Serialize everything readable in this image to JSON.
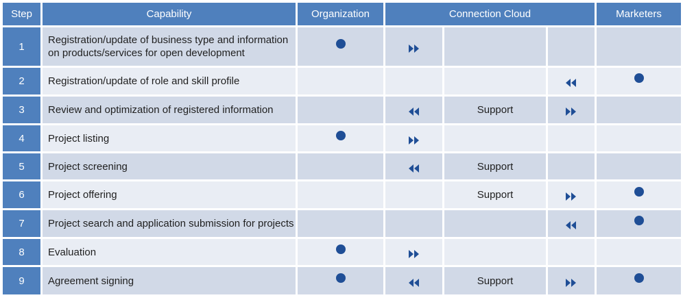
{
  "headers": {
    "step": "Step",
    "capability": "Capability",
    "organization": "Organization",
    "connection_cloud": "Connection Cloud",
    "marketers": "Marketers"
  },
  "colors": {
    "header_bg": "#4f80bd",
    "row_dark": "#d1d9e7",
    "row_light": "#e9edf4",
    "marker": "#1f4e96"
  },
  "rows": [
    {
      "step": "1",
      "capability": "Registration/update of business type and information on products/services for open development",
      "org": "dot",
      "cc1": "arrow-right",
      "cc2": "",
      "cc3": "",
      "mkt": ""
    },
    {
      "step": "2",
      "capability": "Registration/update of role and skill profile",
      "org": "",
      "cc1": "",
      "cc2": "",
      "cc3": "arrow-left",
      "mkt": "dot"
    },
    {
      "step": "3",
      "capability": "Review and optimization of registered information",
      "org": "",
      "cc1": "arrow-left",
      "cc2": "Support",
      "cc3": "arrow-right",
      "mkt": ""
    },
    {
      "step": "4",
      "capability": "Project listing",
      "org": "dot",
      "cc1": "arrow-right",
      "cc2": "",
      "cc3": "",
      "mkt": ""
    },
    {
      "step": "5",
      "capability": "Project screening",
      "org": "",
      "cc1": "arrow-left",
      "cc2": "Support",
      "cc3": "",
      "mkt": ""
    },
    {
      "step": "6",
      "capability": "Project offering",
      "org": "",
      "cc1": "",
      "cc2": "Support",
      "cc3": "arrow-right",
      "mkt": "dot"
    },
    {
      "step": "7",
      "capability": "Project search and application submission for projects",
      "org": "",
      "cc1": "",
      "cc2": "",
      "cc3": "arrow-left",
      "mkt": "dot"
    },
    {
      "step": "8",
      "capability": "Evaluation",
      "org": "dot",
      "cc1": "arrow-right",
      "cc2": "",
      "cc3": "",
      "mkt": ""
    },
    {
      "step": "9",
      "capability": "Agreement signing",
      "org": "dot",
      "cc1": "arrow-left",
      "cc2": "Support",
      "cc3": "arrow-right",
      "mkt": "dot"
    }
  ]
}
